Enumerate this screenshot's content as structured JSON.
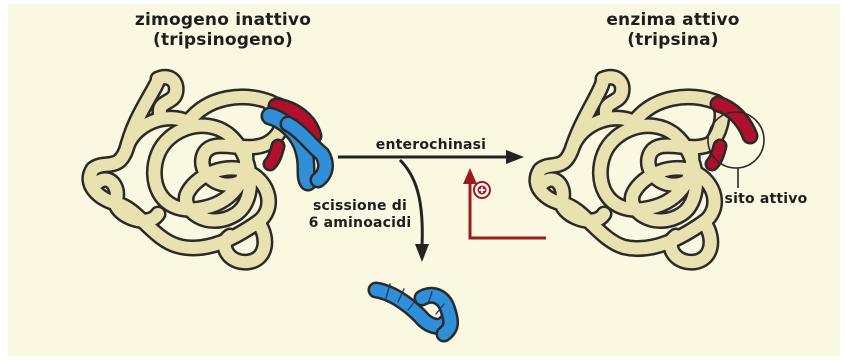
{
  "left_protein": {
    "title_line1": "zimogeno inattivo",
    "title_line2": "(tripsinogeno)"
  },
  "right_protein": {
    "title_line1": "enzima attivo",
    "title_line2": "(tripsina)",
    "site_label": "sito attivo"
  },
  "arrows": {
    "activation_label": "enterochinasi",
    "cleavage_line1": "scissione di",
    "cleavage_line2": "6 aminoacidi",
    "feedback_symbol": "+"
  },
  "colors": {
    "background": "#fbf8e1",
    "chain_fill": "#e9e2b0",
    "chain_outline": "#2a2a2a",
    "peptide_blue": "#2f8fd8",
    "active_red": "#b0102a",
    "feedback_arrow": "#9b1c20",
    "main_arrow": "#222222"
  },
  "icons": [
    "plus-circle-icon",
    "right-arrow-icon",
    "down-arrow-icon",
    "feedback-arrow-icon"
  ]
}
